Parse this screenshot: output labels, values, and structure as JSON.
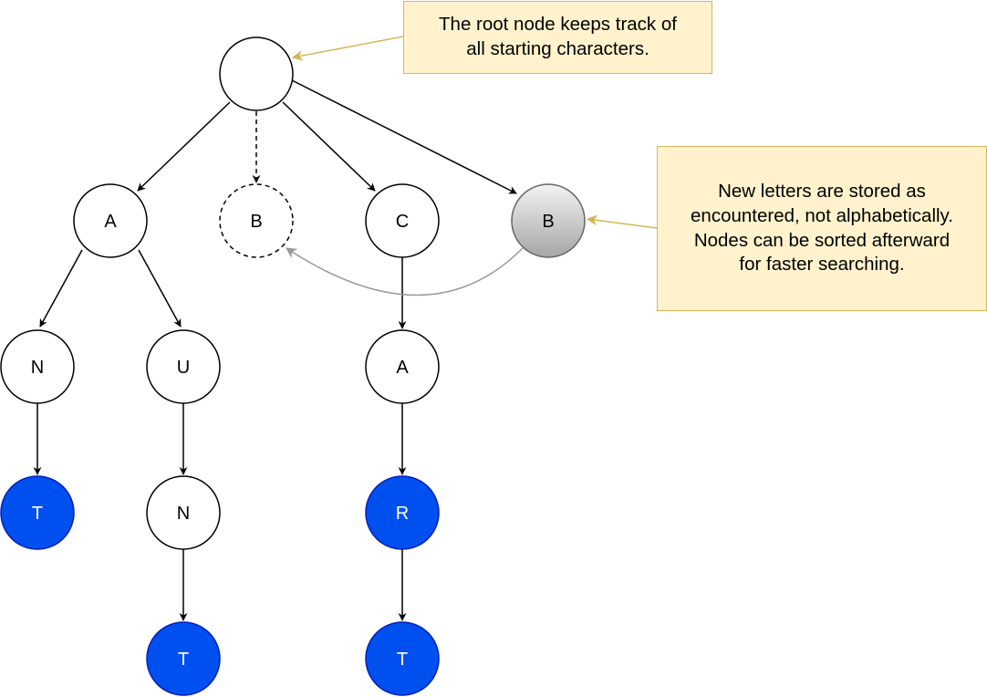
{
  "nodes": [
    {
      "id": "root",
      "label": ""
    },
    {
      "id": "a",
      "label": "A"
    },
    {
      "id": "b-dashed",
      "label": "B"
    },
    {
      "id": "c",
      "label": "C"
    },
    {
      "id": "b-new",
      "label": "B"
    },
    {
      "id": "n1",
      "label": "N"
    },
    {
      "id": "u",
      "label": "U"
    },
    {
      "id": "a2",
      "label": "A"
    },
    {
      "id": "t1",
      "label": "T"
    },
    {
      "id": "n2",
      "label": "N"
    },
    {
      "id": "r",
      "label": "R"
    },
    {
      "id": "t2",
      "label": "T"
    },
    {
      "id": "t3",
      "label": "T"
    }
  ],
  "notes": {
    "root_note": [
      "The root node keeps track of",
      "all starting characters."
    ],
    "order_note": [
      "New letters are stored as",
      "encountered, not alphabetically.",
      "Nodes can be sorted afterward",
      "for faster searching."
    ]
  },
  "colors": {
    "terminal_fill": "#0050ef",
    "node_stroke": "#000000",
    "note_fill": "#fff2cc",
    "note_border": "#d6b656",
    "note_arrow": "#d6b656",
    "gray_arrow": "#999999"
  }
}
